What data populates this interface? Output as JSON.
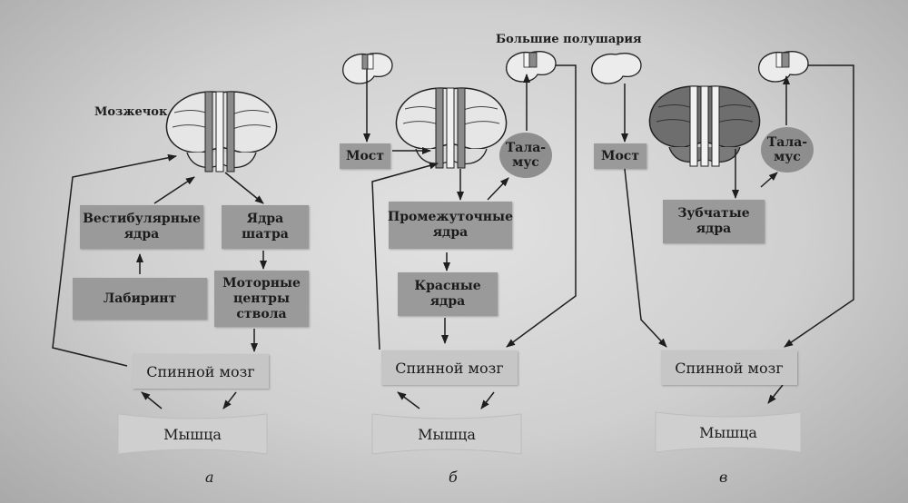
{
  "header": {
    "hemispheres_label": "Большие полушария"
  },
  "panel_a": {
    "letter": "а",
    "cerebellum_label": "Мозжечок",
    "vestibular_nuclei": "Вестибулярные ядра",
    "fastigial_nuclei": "Ядра шатра",
    "labyrinth": "Лабиринт",
    "motor_centers": "Моторные центры ствола",
    "spinal_cord": "Спинной мозг",
    "muscle": "Мышца"
  },
  "panel_b": {
    "letter": "б",
    "pons": "Мост",
    "thalamus": "Тала-мус",
    "interposed_nuclei": "Промежуточные ядра",
    "red_nuclei": "Красные ядра",
    "spinal_cord": "Спинной мозг",
    "muscle": "Мышца"
  },
  "panel_c": {
    "letter": "в",
    "pons": "Мост",
    "thalamus": "Тала-мус",
    "dentate_nuclei": "Зубчатые ядра",
    "spinal_cord": "Спинной мозг",
    "muscle": "Мышца"
  }
}
